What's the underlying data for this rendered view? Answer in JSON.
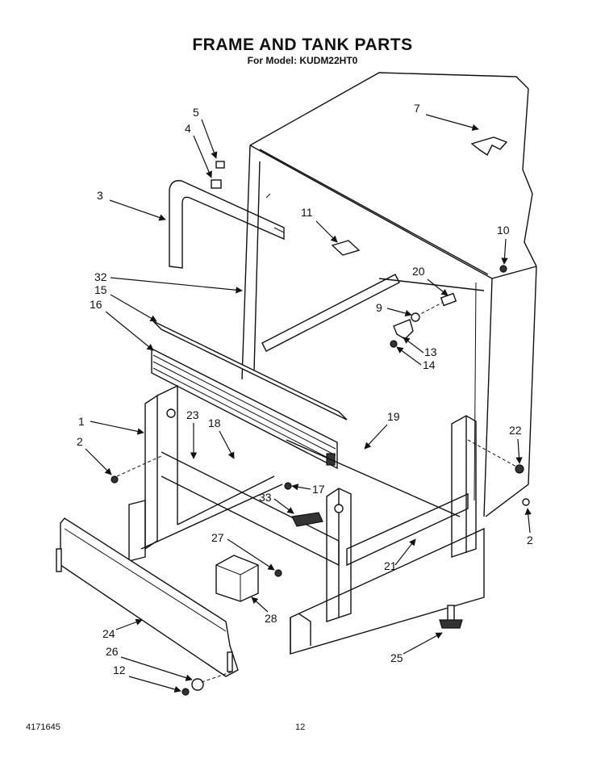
{
  "header": {
    "title": "FRAME AND TANK PARTS",
    "subtitle": "For Model: KUDM22HT0"
  },
  "footer": {
    "doc_number": "4171645",
    "page_number": "12"
  },
  "callouts": [
    "1",
    "2",
    "3",
    "4",
    "5",
    "7",
    "9",
    "10",
    "11",
    "12",
    "13",
    "14",
    "15",
    "16",
    "17",
    "18",
    "19",
    "20",
    "21",
    "22",
    "2",
    "23",
    "24",
    "25",
    "26",
    "27",
    "28",
    "32",
    "33"
  ]
}
